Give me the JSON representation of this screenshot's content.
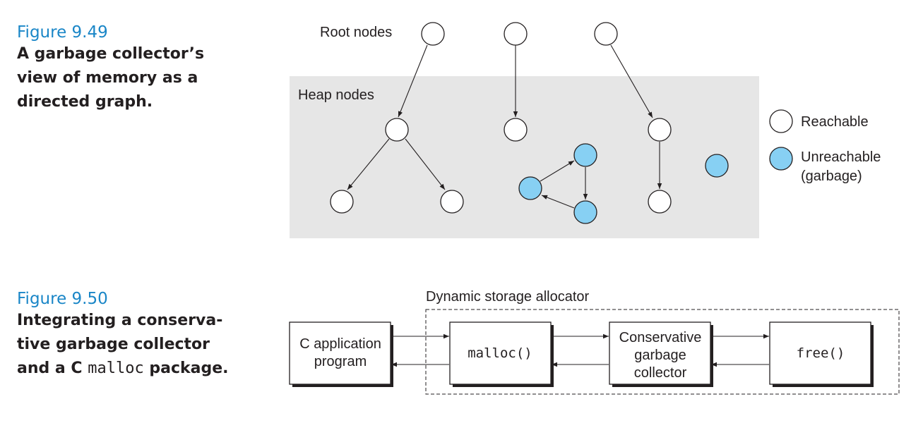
{
  "figure_949": {
    "label": "Figure 9.49",
    "caption_lines": [
      "A garbage collector’s",
      "view of memory as a",
      "directed graph."
    ],
    "root_nodes_label": "Root nodes",
    "heap_nodes_label": "Heap nodes",
    "legend": {
      "reachable": "Reachable",
      "unreachable_line1": "Unreachable",
      "unreachable_line2": "(garbage)"
    },
    "colors": {
      "heap_background": "#e6e6e6",
      "unreachable_fill": "#87d0f3",
      "caption_label": "#1a86c7"
    }
  },
  "figure_950": {
    "label": "Figure 9.50",
    "caption_line1": "Integrating a conserva-",
    "caption_line2": "tive garbage collector",
    "caption_line3_prefix": "and a C ",
    "caption_line3_code": "malloc",
    "caption_line3_suffix": " package.",
    "allocator_label": "Dynamic storage allocator",
    "boxes": {
      "app_line1": "C application",
      "app_line2": "program",
      "malloc": "malloc()",
      "gc_line1": "Conservative",
      "gc_line2": "garbage",
      "gc_line3": "collector",
      "free": "free()"
    }
  }
}
